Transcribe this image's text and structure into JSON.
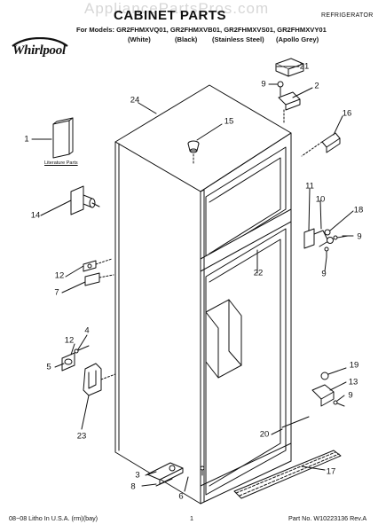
{
  "header": {
    "watermark": "AppliancePartsPros.com",
    "title": "CABINET PARTS",
    "category": "REFRIGERATOR",
    "models_line": "For Models: GR2FHMXVQ01, GR2FHMXVB01, GR2FHMXVS01, GR2FHMXVY01",
    "colors": [
      "(White)",
      "(Black)",
      "(Stainless Steel)",
      "(Apollo Grey)"
    ]
  },
  "brand": {
    "logo_text": "Whirlpool"
  },
  "literature_caption": "Literature Parts",
  "callouts": {
    "c1": "1",
    "c2": "2",
    "c3": "3",
    "c4": "4",
    "c5": "5",
    "c6": "6",
    "c7": "7",
    "c8": "8",
    "c9a": "9",
    "c9b": "9",
    "c9c": "9",
    "c9d": "9",
    "c10": "10",
    "c11": "11",
    "c12a": "12",
    "c12b": "12",
    "c13": "13",
    "c14": "14",
    "c15": "15",
    "c16": "16",
    "c17": "17",
    "c18": "18",
    "c19": "19",
    "c20": "20",
    "c21": "21",
    "c22": "22",
    "c23": "23",
    "c24": "24"
  },
  "footer": {
    "left": "08−08 Litho In U.S.A. (rm)(bay)",
    "page": "1",
    "part_no": "Part No. W10223136 Rev.A"
  }
}
